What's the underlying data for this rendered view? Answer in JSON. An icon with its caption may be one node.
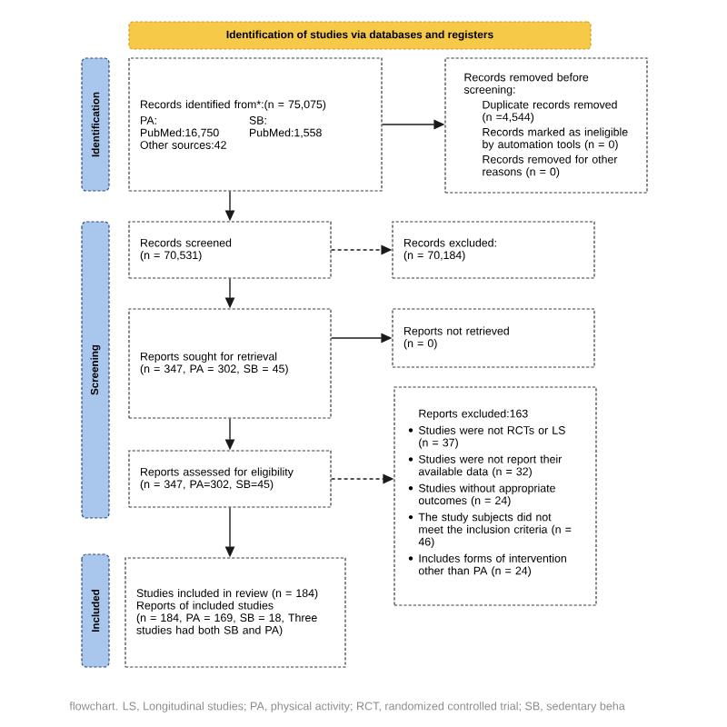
{
  "diagram": {
    "caption": "flowchart. LS, Longitudinal studies; PA, physical activity; RCT, randomized controlled trial; SB, sedentary beha",
    "nodes": [
      {
        "text": [
          "Identification of studies via databases and registers"
        ]
      },
      {
        "text": [
          "Identification"
        ]
      },
      {
        "text": [
          "Records identified from*:(n = 75,075)",
          "PA:",
          "PubMed:16,750",
          "Other sources:42",
          "SB:",
          "PubMed:1,558"
        ]
      },
      {
        "text": [
          "Records removed before screening:",
          "Duplicate records removed (n =4,544)",
          "Records marked as ineligible by automation tools (n = 0)",
          "Records removed for other reasons (n = 0)"
        ]
      },
      {
        "text": [
          "Screening"
        ]
      },
      {
        "text": [
          "Records screened",
          "(n = 70,531)"
        ]
      },
      {
        "text": [
          "Records excluded:",
          "(n = 70,184)"
        ]
      },
      {
        "text": [
          "Reports sought for retrieval",
          "(n = 347, PA = 302, SB = 45)"
        ]
      },
      {
        "text": [
          "Reports not retrieved",
          "(n = 0)"
        ]
      },
      {
        "text": [
          "Reports excluded:163",
          "Studies were not RCTs or LS (n = 37)",
          "Studies were not report their available data (n = 32)",
          "Studies without appropriate outcomes (n = 24)",
          "The study subjects did not meet the inclusion criteria (n = 46)",
          "Includes forms of intervention other than PA (n = 24)"
        ]
      },
      {
        "text": [
          "Reports assessed for eligibility",
          "(n = 347, PA=302, SB=45)"
        ]
      },
      {
        "text": [
          "Included"
        ]
      },
      {
        "text": [
          "Studies included in review (n = 184)",
          "Reports of included studies",
          "(n = 184, PA = 169, SB = 18, Three studies had both SB and PA)"
        ]
      }
    ],
    "edges": [
      {
        "from": 2,
        "to": 3,
        "arrow": "to"
      },
      {
        "from": 2,
        "to": 5,
        "arrow": "to"
      },
      {
        "from": 5,
        "to": 6,
        "arrow": "to",
        "style": "dashed"
      },
      {
        "from": 5,
        "to": 7,
        "arrow": "to"
      },
      {
        "from": 7,
        "to": 8,
        "arrow": "to"
      },
      {
        "from": 7,
        "to": 10,
        "arrow": "to"
      },
      {
        "from": 10,
        "to": 9,
        "arrow": "to",
        "style": "dashed"
      },
      {
        "from": 10,
        "to": 12,
        "arrow": "to"
      }
    ]
  }
}
